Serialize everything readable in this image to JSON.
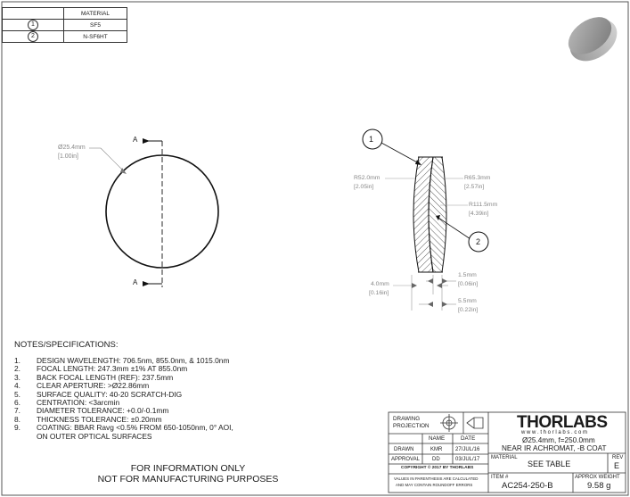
{
  "material_table": {
    "header": "MATERIAL",
    "rows": [
      {
        "item": "1",
        "material": "SF5"
      },
      {
        "item": "2",
        "material": "N-SF6HT"
      }
    ]
  },
  "front_view": {
    "section_label_top": "A",
    "section_label_bottom": "A",
    "diameter_mm": "Ø25.4mm",
    "diameter_in": "[1.00in]"
  },
  "side_view": {
    "balloon_1": "1",
    "balloon_2": "2",
    "r1_mm": "R52.0mm",
    "r1_in": "[2.05in]",
    "r2_mm": "R65.3mm",
    "r2_in": "[2.57in]",
    "r3_mm": "R111.5mm",
    "r3_in": "[4.39in]",
    "thickness_mm": "4.0mm",
    "thickness_in": "[0.16in]",
    "edge1_mm": "1.5mm",
    "edge1_in": "[0.06in]",
    "edge2_mm": "5.5mm",
    "edge2_in": "[0.22in]"
  },
  "notes": {
    "title": "NOTES/SPECIFICATIONS:",
    "items": [
      {
        "num": "1.",
        "text": "DESIGN WAVELENGTH: 706.5nm, 855.0nm, & 1015.0nm"
      },
      {
        "num": "2.",
        "text": "FOCAL LENGTH: 247.3mm ±1% AT 855.0nm"
      },
      {
        "num": "3.",
        "text": "BACK FOCAL LENGTH (REF): 237.5mm"
      },
      {
        "num": "4.",
        "text": "CLEAR APERTURE: >Ø22.86mm"
      },
      {
        "num": "5.",
        "text": "SURFACE QUALITY: 40-20 SCRATCH-DIG"
      },
      {
        "num": "6.",
        "text": "CENTRATION: <3arcmin"
      },
      {
        "num": "7.",
        "text": "DIAMETER TOLERANCE: +0.0/-0.1mm"
      },
      {
        "num": "8.",
        "text": "THICKNESS TOLERANCE: ±0.20mm"
      },
      {
        "num": "9.",
        "text": "COATING: BBAR Ravg <0.5% FROM 650-1050nm, 0° AOI,"
      },
      {
        "num": "",
        "text": "ON OUTER OPTICAL SURFACES"
      }
    ]
  },
  "info": {
    "line1": "FOR INFORMATION ONLY",
    "line2": "NOT FOR MANUFACTURING PURPOSES"
  },
  "title_block": {
    "drawing_projection_1": "DRAWING",
    "drawing_projection_2": "PROJECTION",
    "logo": "THORLABS",
    "website": "w w w . t h o r l a b s . c o m",
    "col_name": "NAME",
    "col_date": "DATE",
    "drawn_label": "DRAWN",
    "drawn_name": "KMR",
    "drawn_date": "27/JUL/16",
    "approval_label": "APPROVAL",
    "approval_name": "DD",
    "approval_date": "03/JUL/17",
    "copyright": "COPYRIGHT © 2017 BY THORLABS",
    "values_note_1": "VALUES IN PARENTHESIS ARE CALCULATED",
    "values_note_2": "AND MAY CONTAIN ROUNDOFF ERRORS",
    "desc_1": "Ø25.4mm, f=250.0mm",
    "desc_2": "NEAR IR ACHROMAT, -B COAT",
    "material_label": "MATERIAL",
    "material_value": "SEE TABLE",
    "rev_label": "REV",
    "rev_value": "E",
    "item_label": "ITEM #",
    "item_value": "AC254-250-B",
    "weight_label": "APPROX WEIGHT",
    "weight_value": "9.58 g"
  }
}
